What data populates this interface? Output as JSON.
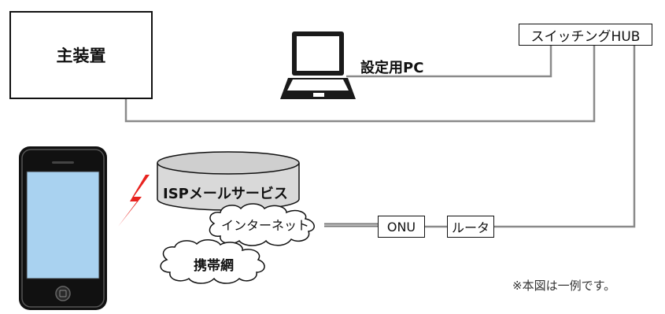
{
  "main_unit": {
    "label": "主装置"
  },
  "switching_hub": {
    "label": "スイッチングHUB"
  },
  "config_pc": {
    "label": "設定用PC"
  },
  "isp_mail": {
    "label": "ISPメールサービス"
  },
  "internet": {
    "label": "インターネット"
  },
  "mobile_network": {
    "label": "携帯網"
  },
  "onu": {
    "label": "ONU"
  },
  "router": {
    "label": "ルータ"
  },
  "note": "※本図は一例です。",
  "colors": {
    "line": "#8a8a8a",
    "box_border": "#111111",
    "laptop_body": "#1a1a1a",
    "lightning": "#e8231f",
    "phone_screen": "#a9d2f0"
  }
}
